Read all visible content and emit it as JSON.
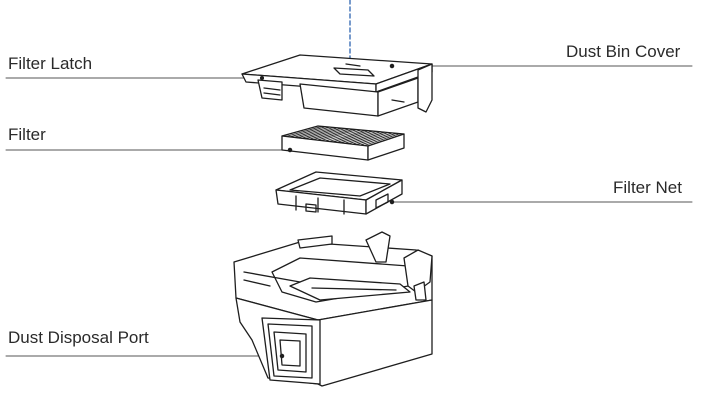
{
  "labels": {
    "filter_latch": "Filter Latch",
    "dust_bin_cover": "Dust Bin Cover",
    "filter": "Filter",
    "filter_net": "Filter Net",
    "dust_disposal_port": "Dust Disposal Port"
  }
}
